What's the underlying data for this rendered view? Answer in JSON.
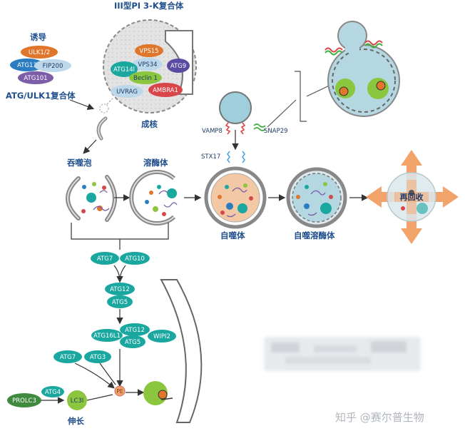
{
  "labels": {
    "induction": "诱导",
    "atg_ulk1": "ATG/ULK1复合体",
    "pi3k": "III型PI 3-K复合体",
    "nucleation": "成核",
    "phagophore": "吞噬泡",
    "lysosome": "溶酶体",
    "autophagosome": "自噬体",
    "autolysosome": "自噬溶酶体",
    "recycling": "再回收",
    "elongation": "伸长",
    "watermark": "知乎 @赛尔普生物"
  },
  "ulk_complex": {
    "ulk": "ULK1/2",
    "atg13": "ATG13",
    "fip200": "FIP200",
    "atg101": "ATG101"
  },
  "pi3k_complex": {
    "vps15": "VPS15",
    "vps34": "VPS34",
    "atg14l": "ATG14l",
    "beclin": "Beclin 1",
    "atg9": "ATG9",
    "uvrag": "UVRAG",
    "ambra1": "AMBRA1"
  },
  "snare": {
    "vamp8": "VAMP8",
    "snap29": "SNAP29",
    "stx17": "STX17"
  },
  "elongation": {
    "atg7": "ATG7",
    "atg10": "ATG10",
    "atg12": "ATG12",
    "atg5": "ATG5",
    "atg16l1": "ATG16L1",
    "atg12b": "ATG12",
    "atg5b": "ATG5",
    "wipi2": "WIPI2",
    "atg7b": "ATG7",
    "atg3": "ATG3",
    "pe": "PE",
    "prolc3": "PROLC3",
    "atg4": "ATG4",
    "lc3i": "LC3I"
  },
  "colors": {
    "teal": "#1aa7a0",
    "blue_dark": "#1f4e8c",
    "orange": "#e0762c",
    "red": "#d9464a",
    "green": "#8cc63f",
    "purple": "#7b5ea7",
    "light_blue": "#9fcfdc",
    "grey": "#8a8a8a"
  }
}
